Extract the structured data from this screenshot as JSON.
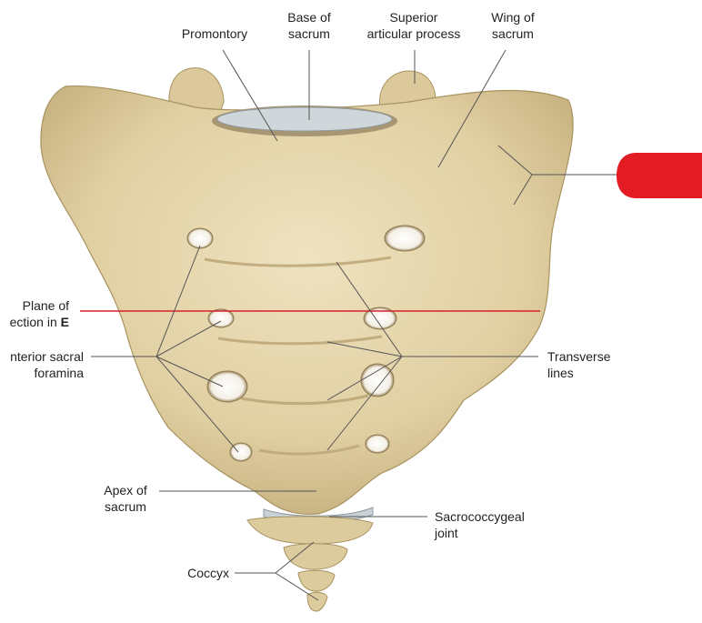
{
  "labels": {
    "promontory": "Promontory",
    "base_of_sacrum": [
      "Base of",
      "sacrum"
    ],
    "superior_articular_process": [
      "Superior",
      "articular process"
    ],
    "wing_of_sacrum": [
      "Wing of",
      "sacrum"
    ],
    "plane_of_section": [
      "Plane of",
      "ection in ",
      "E"
    ],
    "anterior_sacral_foramina": [
      "nterior sacral",
      "foramina"
    ],
    "transverse_lines": [
      "Transverse",
      "lines"
    ],
    "apex_of_sacrum": [
      "Apex of",
      "sacrum"
    ],
    "sacrococcygeal_joint": [
      "Sacrococcygeal",
      "joint"
    ],
    "coccyx": "Coccyx"
  },
  "colors": {
    "bone": "#e3d4ab",
    "bone_shadow": "#b7a275",
    "bone_dark": "#8f7b52",
    "cartilage": "#c9d2d6",
    "plane_line": "#d9202a",
    "marker": "#e31b23",
    "leader": "#555555"
  },
  "icons": {
    "red_marker": "red-tab-marker"
  }
}
